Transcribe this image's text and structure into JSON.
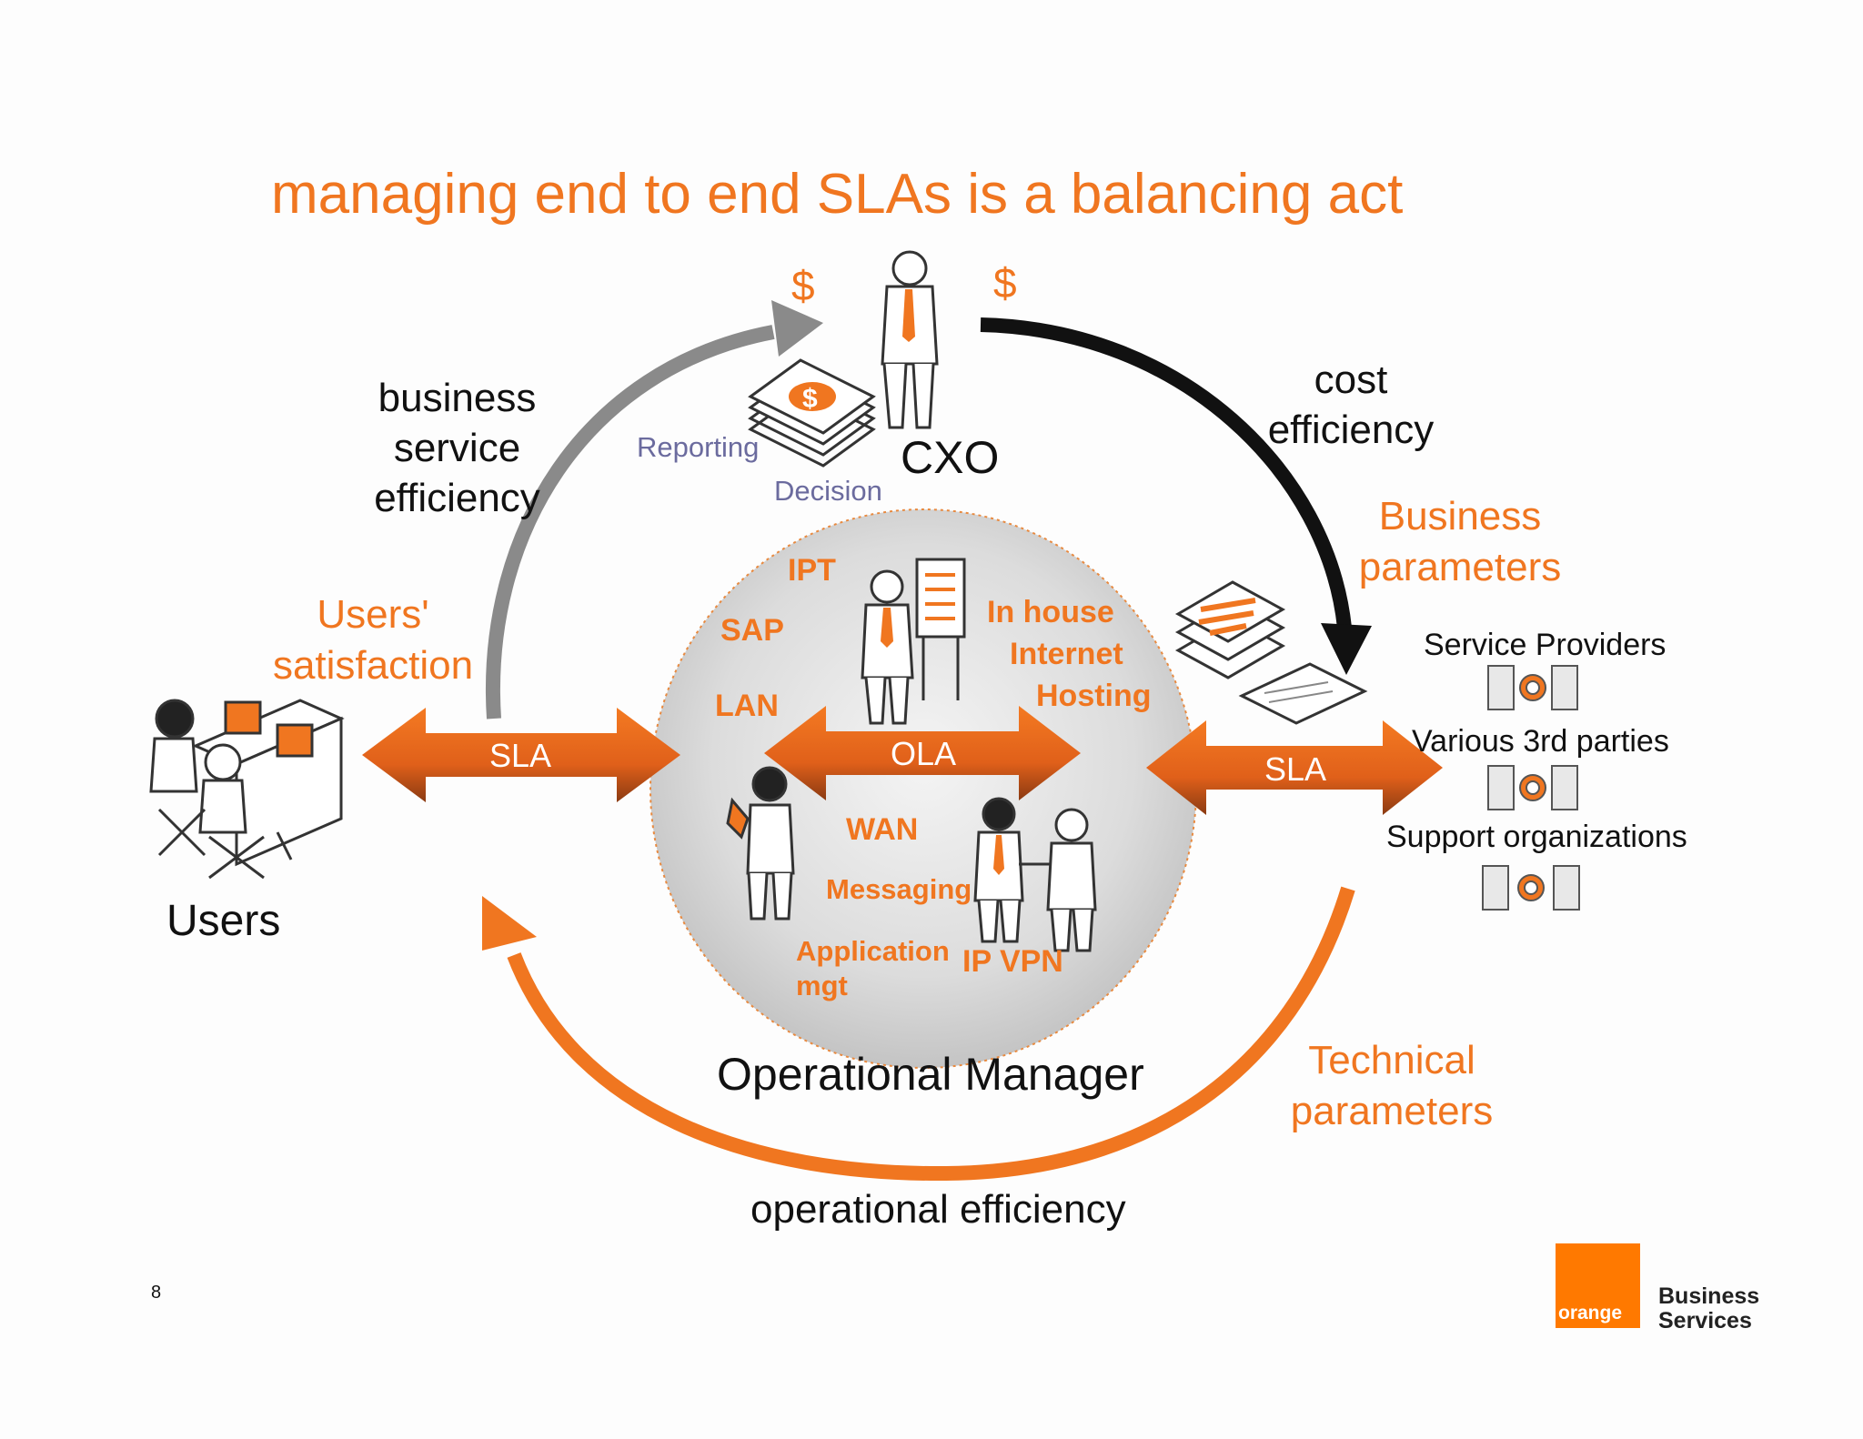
{
  "title": "managing end to end SLAs is a balancing act",
  "currency": [
    "$",
    "$"
  ],
  "roles": {
    "cxo": "CXO",
    "users": "Users",
    "operational_manager": "Operational Manager"
  },
  "flows": {
    "business_service_efficiency": [
      "business",
      "service",
      "efficiency"
    ],
    "cost_efficiency": [
      "cost",
      "efficiency"
    ],
    "operational_efficiency": "operational efficiency",
    "reporting": "Reporting",
    "decision": "Decision"
  },
  "parameters": {
    "users_satisfaction": [
      "Users'",
      "satisfaction"
    ],
    "business_parameters": [
      "Business",
      "parameters"
    ],
    "technical_parameters": [
      "Technical",
      "parameters"
    ]
  },
  "agreements": {
    "sla_left": "SLA",
    "ola": "OLA",
    "sla_right": "SLA"
  },
  "services": {
    "ipt": "IPT",
    "sap": "SAP",
    "lan": "LAN",
    "in_house": "In house",
    "internet": "Internet",
    "hosting": "Hosting",
    "wan": "WAN",
    "messaging": "Messaging",
    "application_mgt": [
      "Application",
      "mgt"
    ],
    "ip_vpn": "IP VPN"
  },
  "providers": [
    "Service Providers",
    "Various 3rd parties",
    "Support organizations"
  ],
  "page_number": "8",
  "brand": {
    "logo_text": "orange",
    "business": "Business",
    "services": "Services"
  },
  "colors": {
    "accent": "#f07620",
    "dark_arrow": "#111111",
    "grey_arrow": "#8a8a8a",
    "purple_text": "#6b6b9e",
    "brand_orange": "#ff7900"
  }
}
